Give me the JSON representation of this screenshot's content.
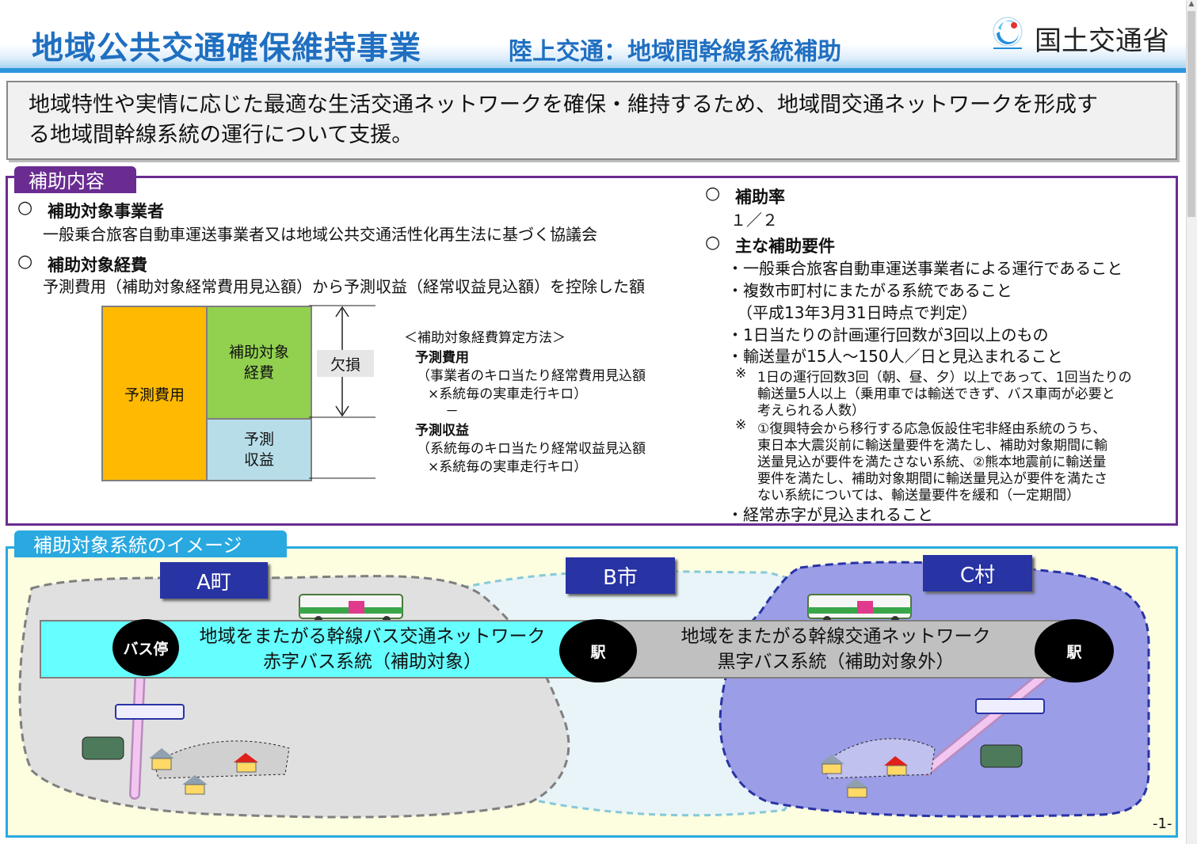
{
  "header": {
    "title": "地域公共交通確保維持事業",
    "subtitle": "陸上交通：地域間幹線系統補助",
    "ministry": "国土交通省"
  },
  "summary": {
    "line1": "地域特性や実情に応じた最適な生活交通ネットワークを確保・維持するため、地域間交通ネットワークを形成す",
    "line2": "る地域間幹線系統の運行について支援。"
  },
  "assistance": {
    "tab": "補助内容",
    "bullet": "○",
    "target_operator": {
      "heading": "補助対象事業者",
      "text": "一般乗合旅客自動車運送事業者又は地域公共交通活性化再生法に基づく協議会"
    },
    "target_cost": {
      "heading": "補助対象経費",
      "text": "予測費用（補助対象経常費用見込額）から予測収益（経常収益見込額）を控除した額"
    },
    "diagram": {
      "cost": "予測費用",
      "subsidy_line1": "補助対象",
      "subsidy_line2": "経費",
      "revenue_line1": "予測",
      "revenue_line2": "収益",
      "deficit": "欠損"
    },
    "method": {
      "title": "＜補助対象経費算定方法＞",
      "cost_label": "予測費用",
      "cost_line1": "（事業者のキロ当たり経常費用見込額",
      "cost_line2": "×系統毎の実車走行キロ）",
      "minus": "－",
      "revenue_label": "予測収益",
      "revenue_line1": "（系統毎のキロ当たり経常収益見込額",
      "revenue_line2": "×系統毎の実車走行キロ）"
    },
    "rate": {
      "heading": "補助率",
      "value": "１／２"
    },
    "requirements": {
      "heading": "主な補助要件",
      "items": [
        "・一般乗合旅客自動車運送事業者による運行であること",
        "・複数市町村にまたがる系統であること",
        "（平成13年3月31日時点で判定）",
        "・1日当たりの計画運行回数が3回以上のもの",
        "・輸送量が15人～150人／日と見込まれること"
      ],
      "note1_mark": "※",
      "note1": [
        "1日の運行回数3回（朝、昼、夕）以上であって、1回当たりの",
        "輸送量5人以上（乗用車では輸送できず、バス車両が必要と",
        "考えられる人数）"
      ],
      "note2_mark": "※",
      "note2": [
        "①復興特会から移行する応急仮設住宅非経由系統のうち、",
        "東日本大震災前に輸送量要件を満たし、補助対象期間に輸",
        "送量見込が要件を満たさない系統、②熊本地震前に輸送量",
        "要件を満たし、補助対象期間に輸送量見込が要件を満たさ",
        "ない系統については、輸送量要件を緩和（一定期間）"
      ],
      "last": "・経常赤字が見込まれること"
    }
  },
  "image_section": {
    "tab": "補助対象系統のイメージ",
    "town_a": "A町",
    "city_b": "B市",
    "village_c": "C村",
    "cyan_line1": "地域をまたがる幹線バス交通ネットワーク",
    "cyan_line2": "赤字バス系統（補助対象）",
    "gray_line1": "地域をまたがる幹線交通ネットワーク",
    "gray_line2": "黒字バス系統（補助対象外）",
    "bus_stop": "バス停",
    "station": "駅"
  },
  "page": "-1-",
  "colors": {
    "title_blue": "#1f6fc1",
    "purple": "#6a2c91",
    "light_blue": "#29a9e0",
    "cost_orange": "#ffb900",
    "subsidy_green": "#92d050",
    "revenue_blue": "#b7dde8",
    "town_navy": "#2833a4",
    "cyan": "#66ffff"
  }
}
